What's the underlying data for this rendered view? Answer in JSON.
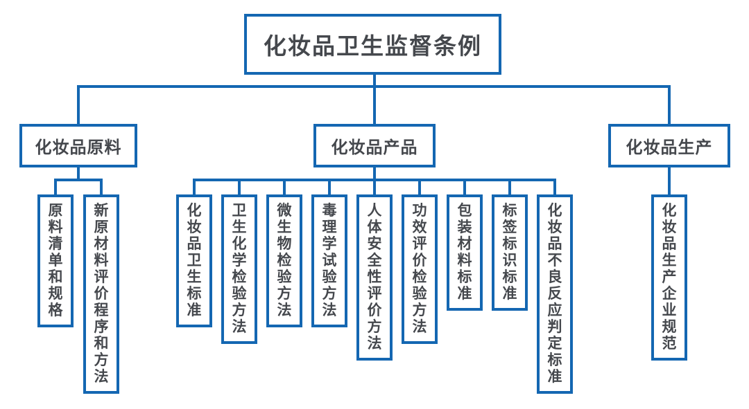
{
  "diagram": {
    "type": "tree-flowchart",
    "colors": {
      "line": "#1467b2",
      "text": "#45484d",
      "background": "#ffffff"
    },
    "root": {
      "label": "化妆品卫生监督条例"
    },
    "branches": [
      {
        "label": "化妆品原料",
        "children": [
          "原料清单和规格",
          "新原材料评价程序和方法"
        ]
      },
      {
        "label": "化妆品产品",
        "children": [
          "化妆品卫生标准",
          "卫生化学检验方法",
          "微生物检验方法",
          "毒理学试验方法",
          "人体安全性评价方法",
          "功效评价检验方法",
          "包装材料标准",
          "标签标识标准",
          "化妆品不良反应判定标准"
        ]
      },
      {
        "label": "化妆品生产",
        "children": [
          "化妆品生产企业规范"
        ]
      }
    ]
  }
}
